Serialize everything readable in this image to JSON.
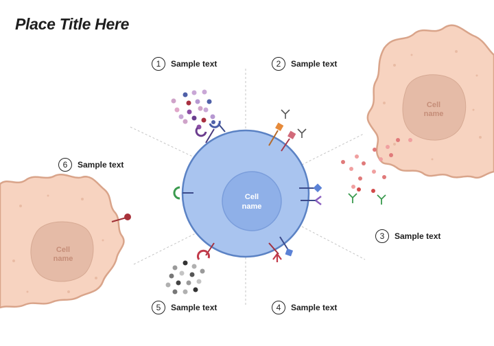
{
  "title": "Place Title Here",
  "steps": [
    {
      "num": "1",
      "text": "Sample text"
    },
    {
      "num": "2",
      "text": "Sample text"
    },
    {
      "num": "3",
      "text": "Sample text"
    },
    {
      "num": "4",
      "text": "Sample text"
    },
    {
      "num": "5",
      "text": "Sample text"
    },
    {
      "num": "6",
      "text": "Sample text"
    }
  ],
  "cells": {
    "center": {
      "line1": "Cell",
      "line2": "name"
    },
    "top_right": {
      "line1": "Cell",
      "line2": "name"
    },
    "left": {
      "line1": "Cell",
      "line2": "name"
    }
  },
  "colors": {
    "center_cell": "#a9c4ef",
    "center_nucleus": "#8fb0e8",
    "center_outline": "#5b82c4",
    "side_cell": "#f7d3c0",
    "side_outline": "#d9a48a",
    "side_nucleus": "#e0b3a0",
    "divider": "#bdbdbd"
  }
}
